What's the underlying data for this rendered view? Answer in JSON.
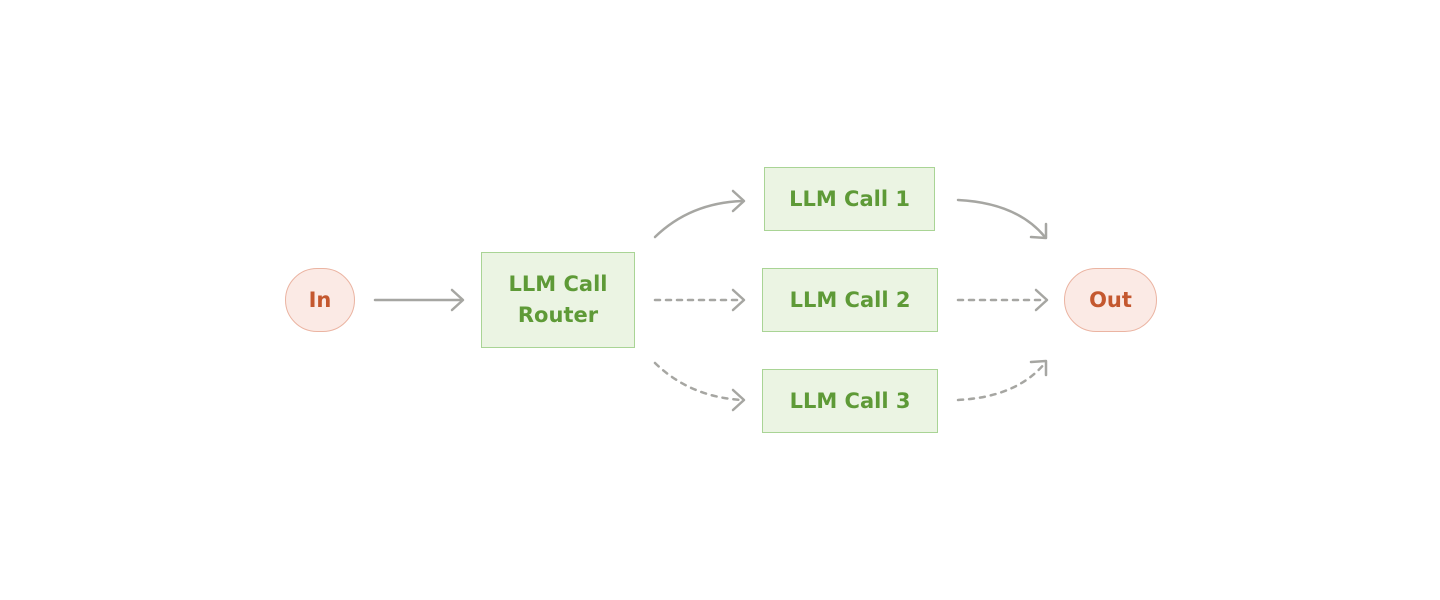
{
  "diagram": {
    "nodes": {
      "input": {
        "label": "In"
      },
      "router": {
        "label": "LLM Call\nRouter"
      },
      "call_1": {
        "label": "LLM Call 1"
      },
      "call_2": {
        "label": "LLM Call 2"
      },
      "call_3": {
        "label": "LLM Call 3"
      },
      "output": {
        "label": "Out"
      }
    },
    "edges": [
      {
        "from": "input",
        "to": "router",
        "style": "solid"
      },
      {
        "from": "router",
        "to": "call_1",
        "style": "solid"
      },
      {
        "from": "router",
        "to": "call_2",
        "style": "dashed"
      },
      {
        "from": "router",
        "to": "call_3",
        "style": "dashed"
      },
      {
        "from": "call_1",
        "to": "output",
        "style": "solid"
      },
      {
        "from": "call_2",
        "to": "output",
        "style": "dashed"
      },
      {
        "from": "call_3",
        "to": "output",
        "style": "dashed"
      }
    ],
    "colors": {
      "terminal_fill": "#fbeae5",
      "terminal_border": "#ebb4a2",
      "terminal_text": "#c4582f",
      "llm_fill": "#ebf4e3",
      "llm_border": "#a9d495",
      "llm_text": "#5e9a37",
      "arrow": "#a6a6a2"
    }
  }
}
